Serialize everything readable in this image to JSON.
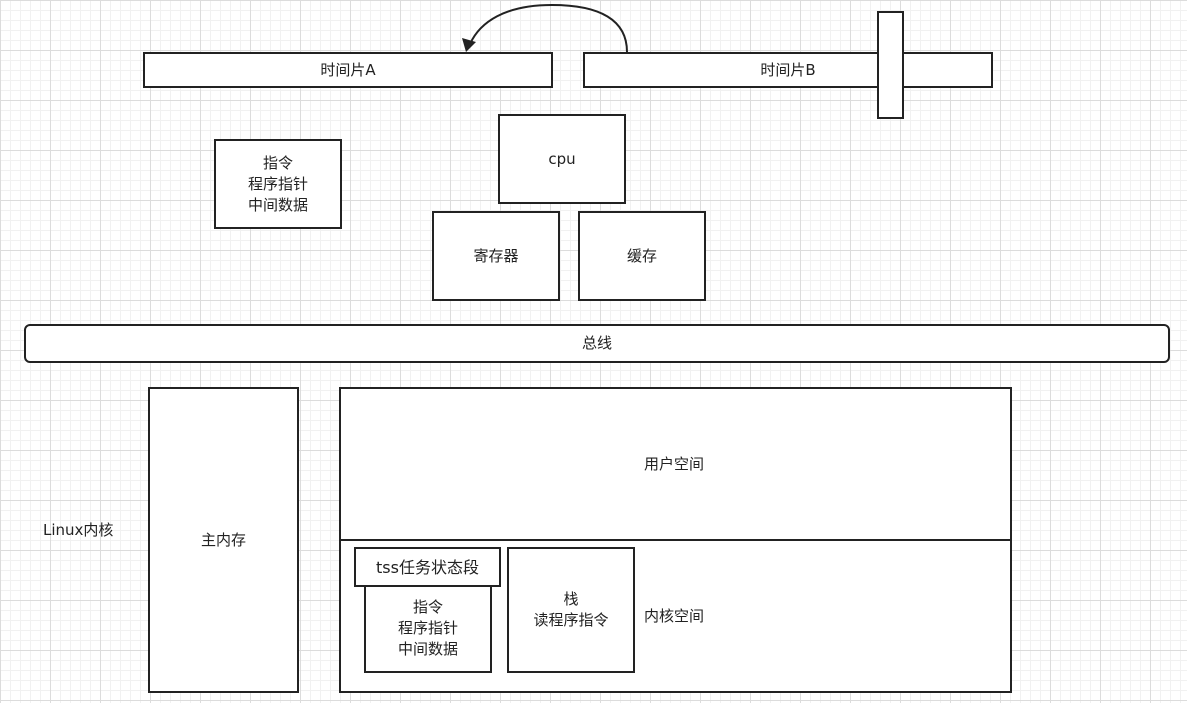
{
  "time_slice_a": "时间片A",
  "time_slice_b": "时间片B",
  "cpu": "cpu",
  "context_box_top": "指令\n程序指针\n中间数据",
  "register": "寄存器",
  "cache": "缓存",
  "bus": "总线",
  "linux_kernel": "Linux内核",
  "main_memory": "主内存",
  "user_space": "用户空间",
  "kernel_space": "内核空间",
  "tss": "tss任务状态段",
  "context_box_kernel": "指令\n程序指针\n中间数据",
  "stack_box": "栈\n读程序指令",
  "colors": {
    "stroke": "#222222",
    "fill": "#ffffff",
    "grid": "#dcdcdc"
  }
}
